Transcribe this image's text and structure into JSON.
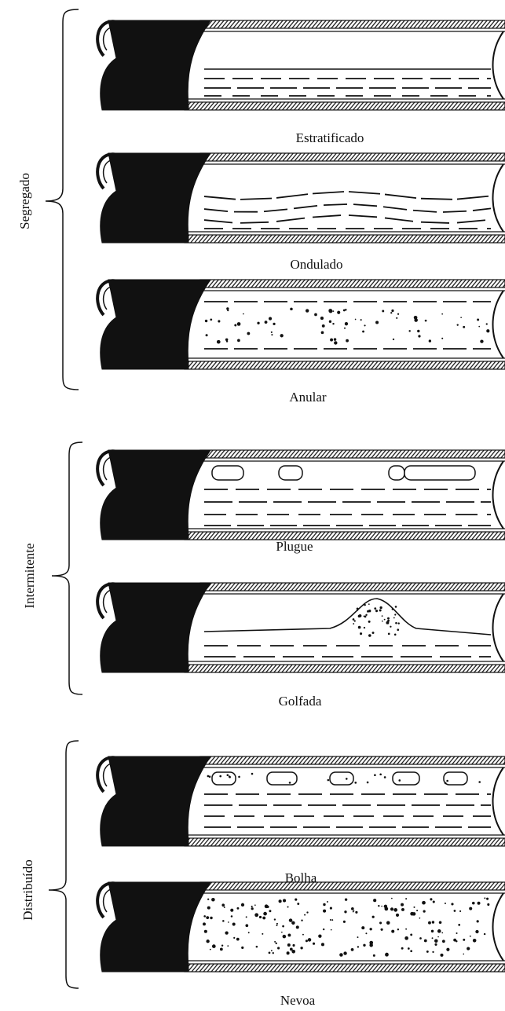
{
  "groups": [
    {
      "label": "Segregado",
      "patterns": [
        "Estratificado",
        "Ondulado",
        "Anular"
      ]
    },
    {
      "label": "Intermitente",
      "patterns": [
        "Plugue",
        "Golfada"
      ]
    },
    {
      "label": "Distribuído",
      "patterns": [
        "Bolha",
        "Nevoa"
      ]
    }
  ],
  "colors": {
    "ink": "#111111",
    "background": "#ffffff"
  }
}
